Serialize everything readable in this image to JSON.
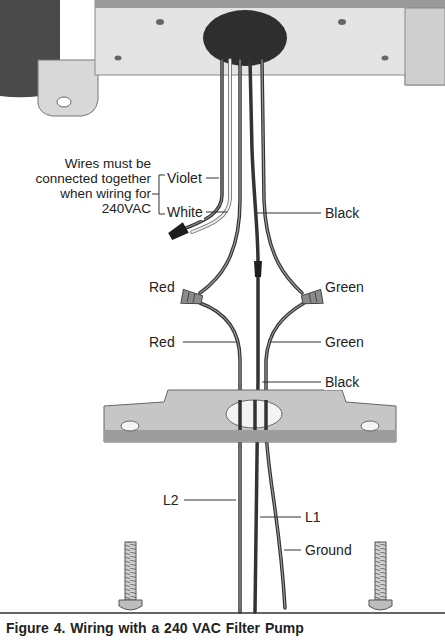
{
  "diagram": {
    "caption": "Figure 4. Wiring with a 240 VAC Filter Pump",
    "labels": [
      "Wires must be connected together when wiring for 240VAC",
      "Violet",
      "White",
      "Black",
      "Red",
      "Green",
      "Red",
      "Green",
      "Black",
      "L2",
      "L1",
      "Ground"
    ]
  }
}
